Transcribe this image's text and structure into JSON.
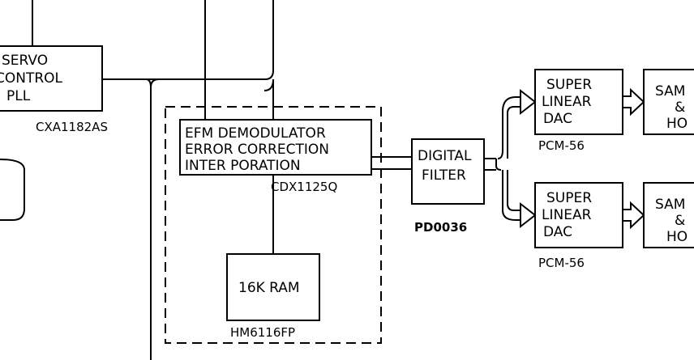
{
  "servo": {
    "lines": [
      "SERVO",
      "CONTROL",
      "PLL"
    ],
    "part": "CXA1182AS"
  },
  "efm": {
    "lines": [
      "EFM DEMODULATOR",
      "ERROR CORRECTION",
      "INTER PORATION"
    ],
    "part": "CDX1125Q"
  },
  "ram": {
    "label": "16K RAM",
    "part": "HM6116FP"
  },
  "filter": {
    "lines": [
      "DIGITAL",
      "FILTER"
    ],
    "part": "PD0036"
  },
  "dac_top": {
    "lines": [
      "SUPER",
      "LINEAR",
      "DAC"
    ],
    "part": "PCM-56"
  },
  "dac_bottom": {
    "lines": [
      "SUPER",
      "LINEAR",
      "DAC"
    ],
    "part": "PCM-56"
  },
  "sh_top": {
    "lines": [
      "SAM",
      "&",
      "HO"
    ]
  },
  "sh_bottom": {
    "lines": [
      "SAM",
      "&",
      "HO"
    ]
  }
}
